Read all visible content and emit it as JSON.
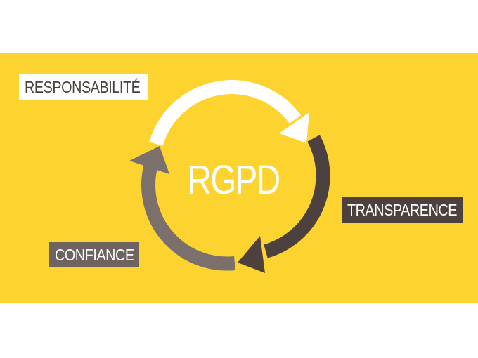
{
  "diagram": {
    "center_label": "RGPD",
    "labels": {
      "responsabilite": "RESPONSABILITÉ",
      "transparence": "TRANSPARENCE",
      "confiance": "CONFIANCE"
    },
    "colors": {
      "background_band": "#fdd42f",
      "page": "#ffffff",
      "arrow_white": "#ffffff",
      "arrow_dark": "#4d4140",
      "arrow_grey": "#7b706c",
      "label_text_dark": "#4a3f3c"
    }
  }
}
